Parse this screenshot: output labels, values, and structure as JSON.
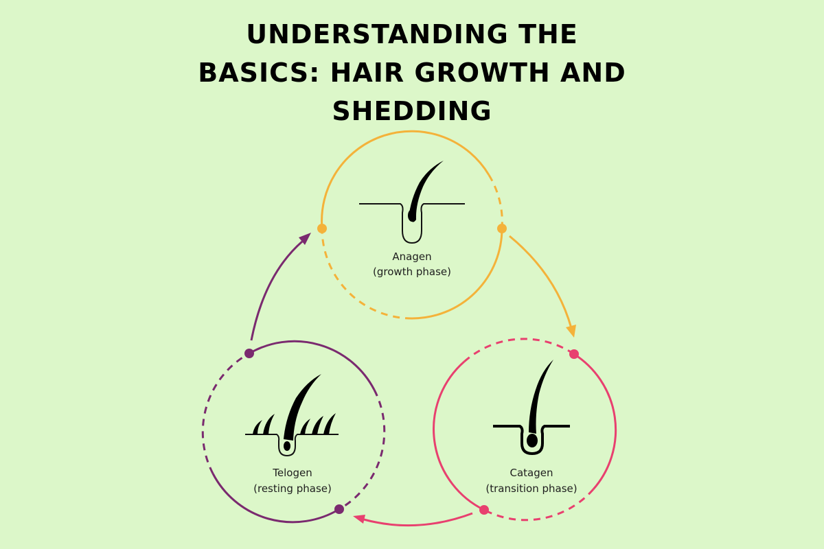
{
  "title": {
    "lines": [
      "UNDERSTANDING THE",
      "BASICS: HAIR GROWTH AND",
      "SHEDDING"
    ]
  },
  "phases": [
    {
      "name": "Anagen",
      "description": "(growth phase)",
      "color": "#f4b23a"
    },
    {
      "name": "Catagen",
      "description": "(transition phase)",
      "color": "#e8406f"
    },
    {
      "name": "Telogen",
      "description": "(resting phase)",
      "color": "#7a2a6f"
    }
  ],
  "icons": {
    "anagen": "growing-hair-follicle-icon",
    "catagen": "transitioning-hair-follicle-icon",
    "telogen": "resting-hair-follicles-icon"
  },
  "colors": {
    "background": "#dcf7c9",
    "text": "#000000"
  }
}
